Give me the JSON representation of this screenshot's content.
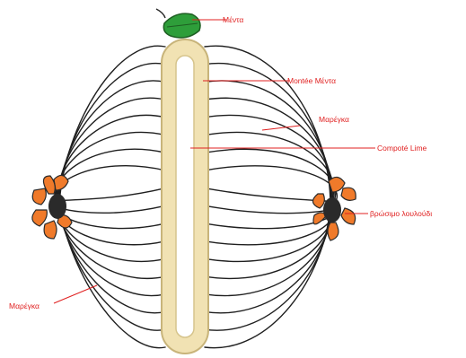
{
  "diagram": {
    "labels": {
      "mint": "Μέντα",
      "montee_mint": "Montée Μέντα",
      "meringue_right": "Μαρέγκα",
      "compote_lime": "Compoté Lime",
      "edible_flower": "βρώσιμο λουλούδι",
      "meringue_left": "Μαρέγκα"
    },
    "colors": {
      "label": "#e02020",
      "leader_line": "#e02020",
      "meringue_stroke": "#1f1f1f",
      "tube_fill": "#f1e2b3",
      "tube_stroke": "#c8b47a",
      "leaf_fill": "#2e9e3a",
      "flower_fill": "#f07a2a",
      "flower_center": "#2a2a2a"
    },
    "icons": [
      "mint-leaf-icon",
      "edible-flower-icon"
    ]
  }
}
